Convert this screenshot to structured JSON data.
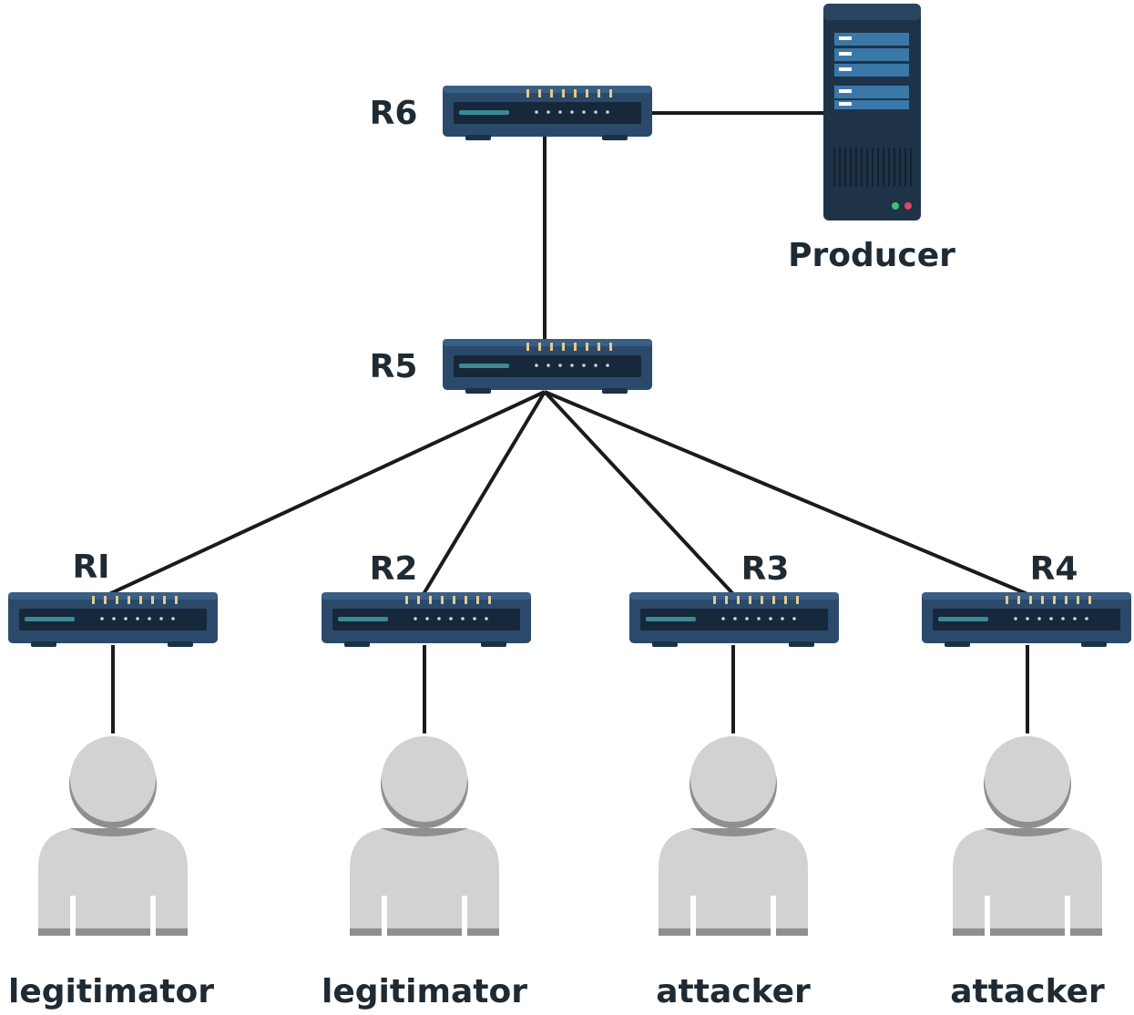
{
  "diagram": {
    "routers": [
      {
        "id": "r6",
        "label": "R6"
      },
      {
        "id": "r5",
        "label": "R5"
      },
      {
        "id": "r1",
        "label": "RI"
      },
      {
        "id": "r2",
        "label": "R2"
      },
      {
        "id": "r3",
        "label": "R3"
      },
      {
        "id": "r4",
        "label": "R4"
      }
    ],
    "producer": {
      "label": "Producer",
      "icon": "server-icon"
    },
    "users": [
      {
        "id": "u1",
        "label": "legitimator",
        "icon": "user-icon"
      },
      {
        "id": "u2",
        "label": "legitimator",
        "icon": "user-icon"
      },
      {
        "id": "u3",
        "label": "attacker",
        "icon": "user-icon"
      },
      {
        "id": "u4",
        "label": "attacker",
        "icon": "user-icon"
      }
    ],
    "links": [
      [
        "r6",
        "producer"
      ],
      [
        "r6",
        "r5"
      ],
      [
        "r5",
        "r1"
      ],
      [
        "r5",
        "r2"
      ],
      [
        "r5",
        "r3"
      ],
      [
        "r5",
        "r4"
      ],
      [
        "r1",
        "u1"
      ],
      [
        "r2",
        "u2"
      ],
      [
        "r3",
        "u3"
      ],
      [
        "r4",
        "u4"
      ]
    ],
    "colors": {
      "router_body": "#2b4a6b",
      "router_face": "#16283a",
      "router_accent": "#3c8a94",
      "led": "#e5c98a",
      "server_body": "#1e3347",
      "server_slot": "#3a78a8",
      "user_fill": "#d2d2d2",
      "user_shadow": "#8f8f8f",
      "link": "#1b1b1b"
    }
  }
}
